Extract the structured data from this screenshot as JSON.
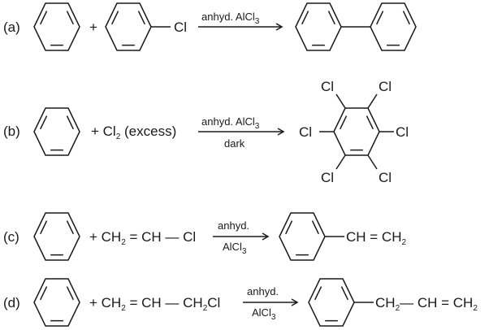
{
  "reactions": [
    {
      "label": "(a)",
      "plus": "+",
      "reagent_cl": "Cl",
      "condition_top": "anhyd. AlCl",
      "condition_top_sub": "3"
    },
    {
      "label": "(b)",
      "reagent": "+ Cl",
      "reagent_sub": "2",
      "reagent_tail": " (excess)",
      "condition_top": "anhyd. AlCl",
      "condition_top_sub": "3",
      "condition_bottom": "dark",
      "product_cl": [
        "Cl",
        "Cl",
        "Cl",
        "Cl",
        "Cl",
        "Cl"
      ]
    },
    {
      "label": "(c)",
      "reagent": "+ CH",
      "reagent_sub": "2",
      "reagent_tail": " = CH — Cl",
      "condition_top": "anhyd.",
      "condition_bottom": "AlCl",
      "condition_bottom_sub": "3",
      "product": "CH = CH",
      "product_sub": "2"
    },
    {
      "label": "(d)",
      "reagent": "+ CH",
      "reagent_sub": "2",
      "reagent_mid": " = CH — CH",
      "reagent_sub2": "2",
      "reagent_tail": "Cl",
      "condition_top": "anhyd.",
      "condition_bottom": "AlCl",
      "condition_bottom_sub": "3",
      "product": "CH",
      "product_sub": "2",
      "product_tail": "— CH = CH",
      "product_sub2": "2"
    }
  ]
}
